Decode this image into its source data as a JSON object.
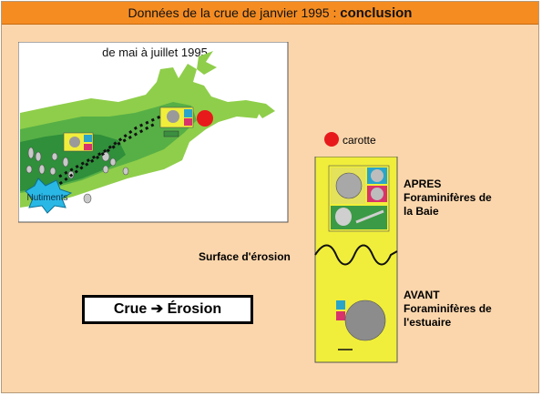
{
  "title": {
    "prefix": "Données de la crue de janvier 1995 :",
    "emphasis": "conclusion"
  },
  "map": {
    "caption": "de mai à juillet 1995",
    "nutrients_label": "Nutiments"
  },
  "legend": {
    "core_label": "carotte"
  },
  "core": {
    "upper_label_1": "APRES",
    "upper_label_2": "Foraminifères de",
    "upper_label_3": "la Baie",
    "lower_label_1": "AVANT",
    "lower_label_2": "Foraminifères de",
    "lower_label_3": "l'estuaire",
    "erosion_label": "Surface d'érosion"
  },
  "conclusion_box": {
    "left": "Crue",
    "arrow": "➔",
    "right": "Érosion"
  },
  "colors": {
    "background": "#fbd6ac",
    "title_bar": "#f58c22",
    "core_yellow": "#f0ee3a",
    "map_light_green": "#8fce4a",
    "map_dark_green": "#2f8f3a",
    "map_mid_green": "#57b046",
    "core_marker": "#e8191b"
  }
}
